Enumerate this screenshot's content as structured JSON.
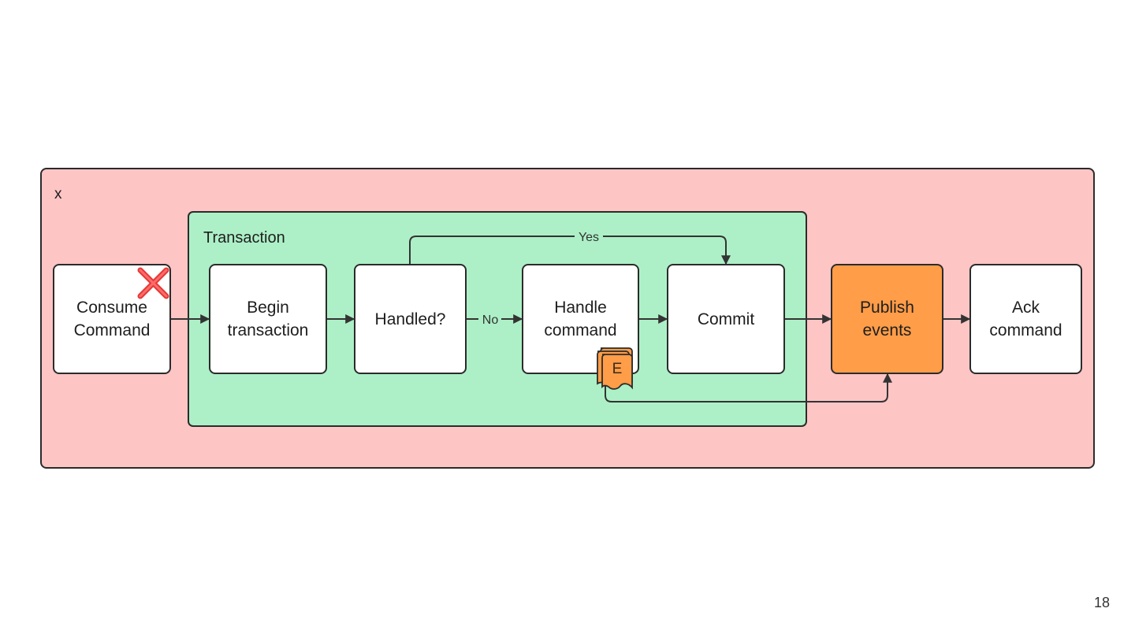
{
  "outer_frame": {
    "label": "x",
    "color": "#fec5c5"
  },
  "transaction_frame": {
    "label": "Transaction",
    "color": "#adf0c7"
  },
  "nodes": {
    "consume": {
      "line1": "Consume",
      "line2": "Command",
      "marker": "x-mark-icon"
    },
    "begin": {
      "line1": "Begin",
      "line2": "transaction"
    },
    "handled": {
      "line1": "Handled?"
    },
    "handle": {
      "line1": "Handle",
      "line2": "command"
    },
    "commit": {
      "line1": "Commit"
    },
    "publish": {
      "line1": "Publish",
      "line2": "events",
      "color": "#ff9d48"
    },
    "ack": {
      "line1": "Ack",
      "line2": "command"
    }
  },
  "edge_labels": {
    "yes": "Yes",
    "no": "No"
  },
  "event_badge": {
    "letter": "E",
    "icon": "event-stack-icon",
    "color": "#ff9d48"
  },
  "page_number": "18"
}
